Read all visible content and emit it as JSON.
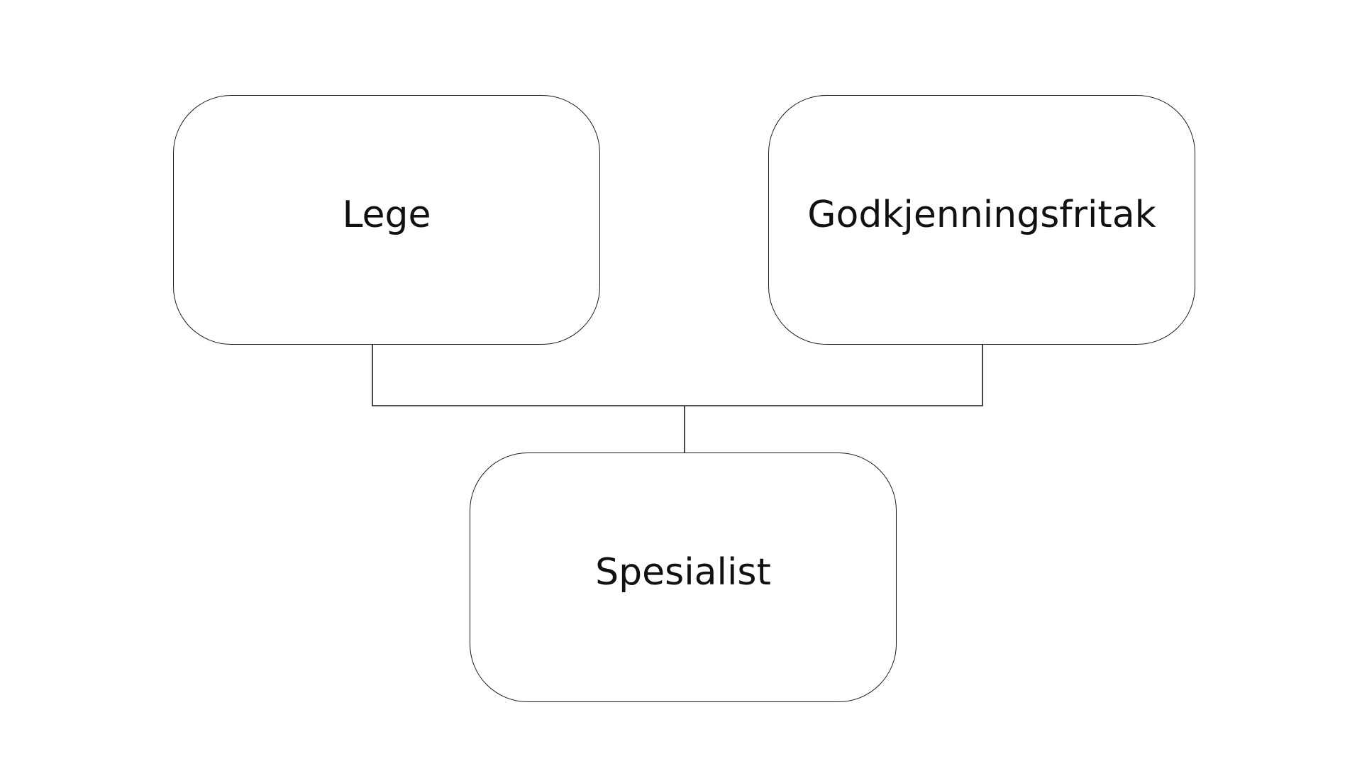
{
  "diagram": {
    "nodes": [
      {
        "id": "lege",
        "label": "Lege"
      },
      {
        "id": "godkjenningsfritak",
        "label": "Godkjenningsfritak"
      },
      {
        "id": "spesialist",
        "label": "Spesialist"
      }
    ],
    "edges": [
      {
        "from": "lege",
        "to": "spesialist"
      },
      {
        "from": "godkjenningsfritak",
        "to": "spesialist"
      }
    ],
    "colors": {
      "line": "#1a1a1a",
      "text": "#111111",
      "background": "#ffffff"
    }
  }
}
